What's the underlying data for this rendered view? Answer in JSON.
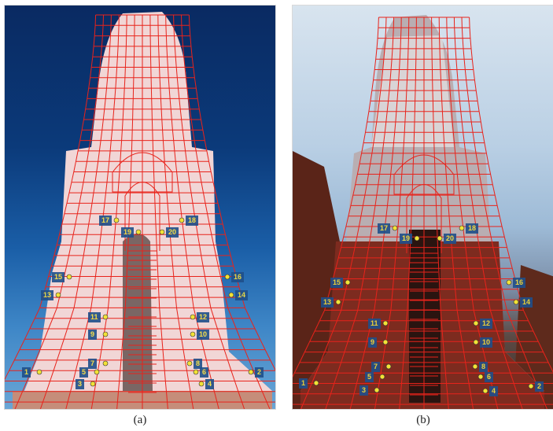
{
  "figure": {
    "panels": [
      {
        "id": "a",
        "caption": "(a)",
        "point_labels": [
          "1",
          "2",
          "3",
          "4",
          "5",
          "6",
          "7",
          "8",
          "9",
          "10",
          "11",
          "12",
          "13",
          "14",
          "15",
          "16",
          "17",
          "18",
          "19",
          "20"
        ]
      },
      {
        "id": "b",
        "caption": "(b)",
        "point_labels": [
          "1",
          "2",
          "3",
          "4",
          "5",
          "6",
          "7",
          "8",
          "9",
          "10",
          "11",
          "12",
          "13",
          "14",
          "15",
          "16",
          "17",
          "18",
          "19",
          "20"
        ]
      }
    ]
  },
  "colors": {
    "wireframe": "#e8231b",
    "marker": "#f2e236",
    "label_bg": "#1f4f8a"
  }
}
